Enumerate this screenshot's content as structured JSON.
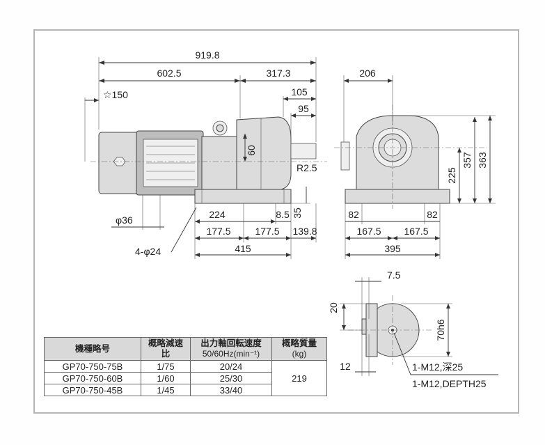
{
  "side_view": {
    "overall_length": "919.8",
    "motor_length": "602.5",
    "reducer_length": "317.3",
    "motor_clearance": "☆150",
    "shaft_length": "105",
    "shaft_offset": "95",
    "shaft_height_small": "60",
    "radius": "R2.5",
    "shaft_center_height": "35",
    "hole_span": "224",
    "half_span_left": "177.5",
    "half_span_right": "177.5",
    "foot_edge": "8.5",
    "shaft_to_hole": "139.8",
    "base_length": "415",
    "motor_diameter": "φ36",
    "mount_holes": "4-φ24"
  },
  "front_view": {
    "top_width": "206",
    "height_225": "225",
    "height_357": "357",
    "height_363": "363",
    "edge_left": "82",
    "edge_right": "82",
    "half_left": "167.5",
    "half_right": "167.5",
    "base_width": "395"
  },
  "shaft_detail": {
    "key_width": "7.5",
    "key_height": "20",
    "shaft_diameter": "70h6",
    "shaft_step": "12",
    "tap_jp": "1-M12,深25",
    "tap_en": "1-M12,DEPTH25"
  },
  "table": {
    "headers": [
      "機種略号",
      "概略減速比",
      "出力軸回転速度",
      "概略質量"
    ],
    "header_units": [
      "",
      "",
      "50/60Hz(min⁻¹)",
      "(kg)"
    ],
    "rows": [
      {
        "model": "GP70-750-75B",
        "ratio": "1/75",
        "speed": "20/24"
      },
      {
        "model": "GP70-750-60B",
        "ratio": "1/60",
        "speed": "25/30"
      },
      {
        "model": "GP70-750-45B",
        "ratio": "1/45",
        "speed": "33/40"
      }
    ],
    "mass": "219"
  }
}
